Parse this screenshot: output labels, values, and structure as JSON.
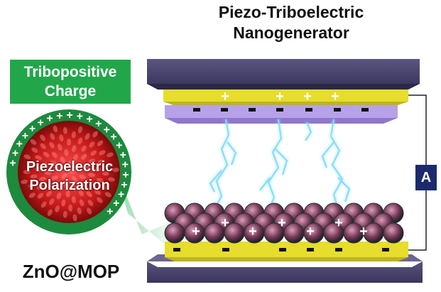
{
  "title": {
    "line1": "Piezo-Triboelectric",
    "line2": "Nanogenerator"
  },
  "tribopositive": {
    "line1": "Tribopositive",
    "line2": "Charge"
  },
  "piezo": {
    "line1": "Piezoelectric",
    "line2": "Polarization"
  },
  "material": "ZnO@MOP",
  "ammeter": "A",
  "colors": {
    "electrode": "#4a4570",
    "gold": "#e3da2a",
    "purple_layer": "#b39ce6",
    "green": "#21a74a",
    "lightning": "#7fd8f5",
    "ammeter": "#1a2a6c"
  },
  "symbols": {
    "plus": "+",
    "minus": "−"
  }
}
